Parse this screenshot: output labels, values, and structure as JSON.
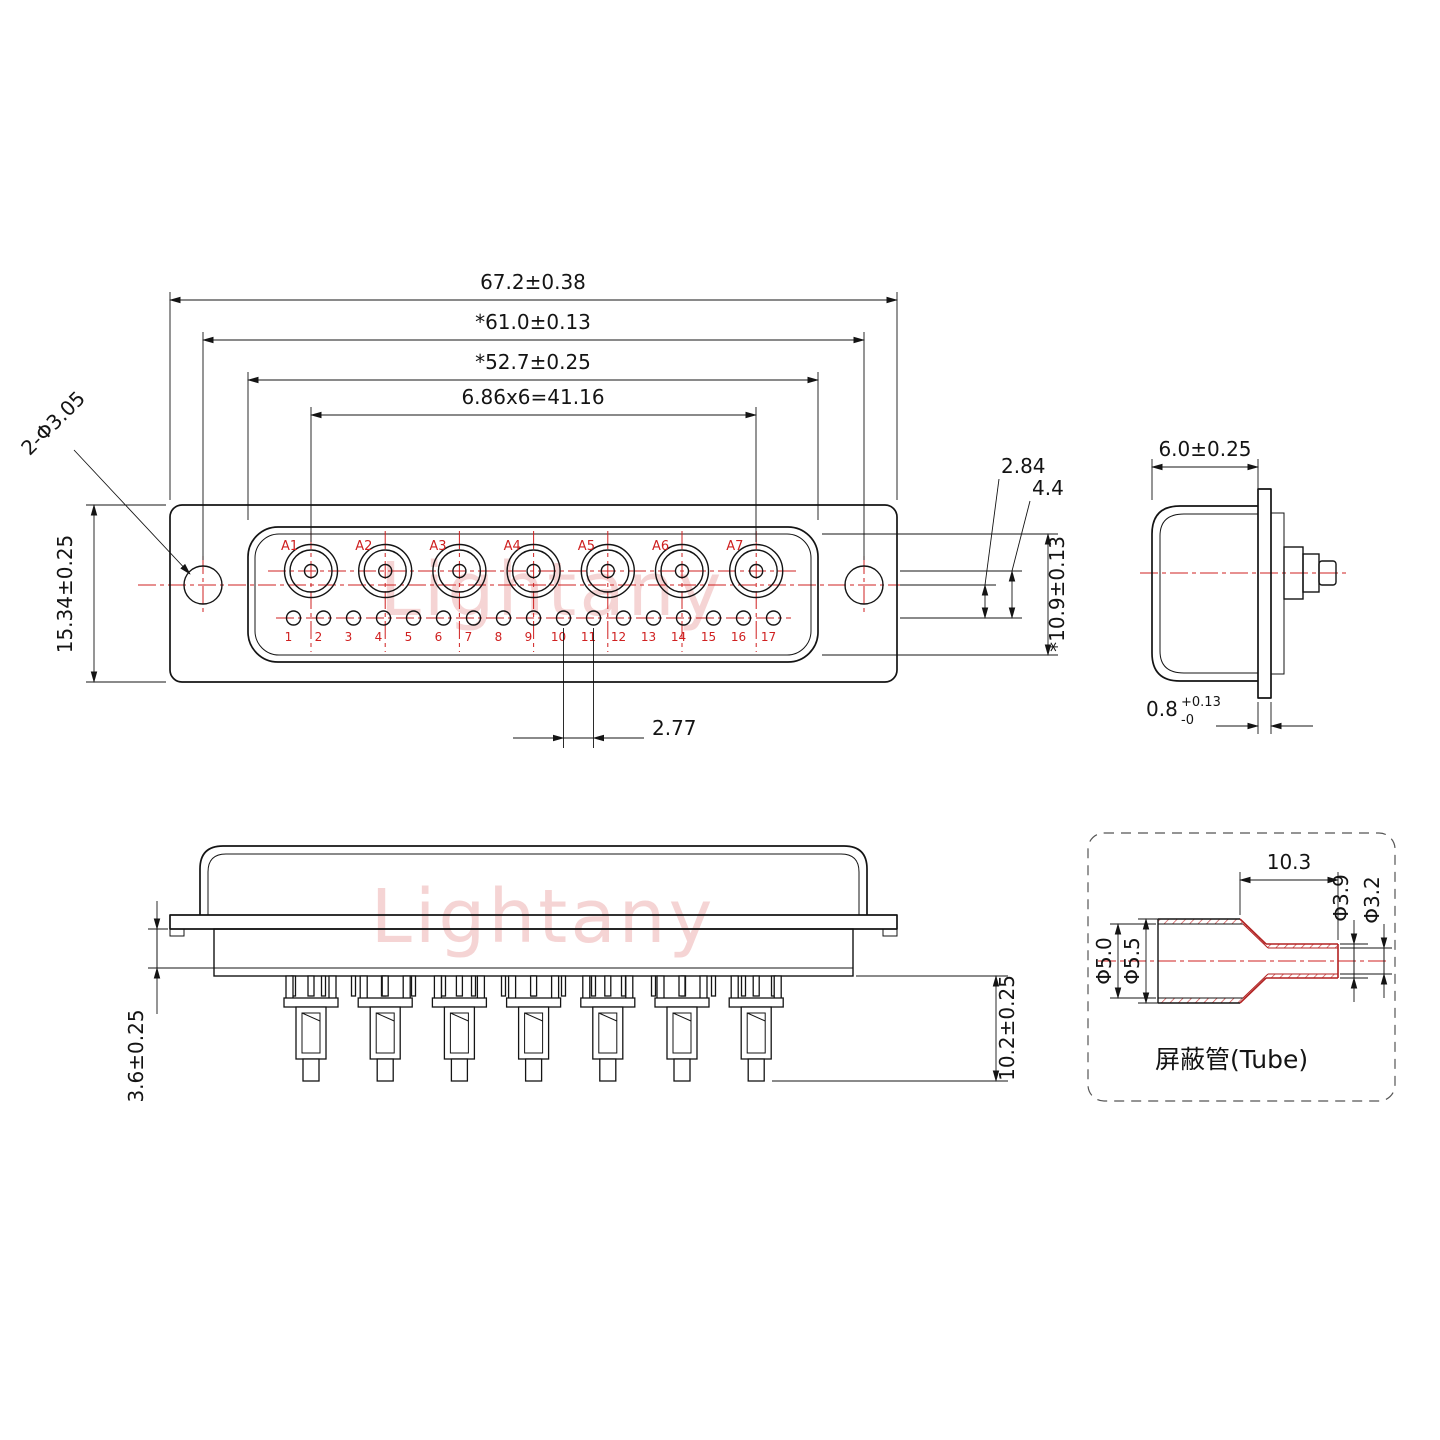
{
  "meta": {
    "line_color": "#141414",
    "centerline_color": "#cf2020",
    "watermark_color": "#f1c3c3"
  },
  "watermarks": {
    "first": "Lightany",
    "second": "Lightany"
  },
  "front_view": {
    "dims": {
      "overall_width": "67.2±0.38",
      "mount_span": "*61.0±0.13",
      "opening_width": "*52.7±0.25",
      "contact_pitch": "6.86x6=41.16",
      "mount_holes": "2-Φ3.05",
      "height": "15.34±0.25",
      "row_offset_small": "2.84",
      "row_offset_large": "4.4",
      "opening_height": "*10.9±0.13",
      "pin_pitch": "2.77"
    },
    "contact_labels": [
      "A1",
      "A2",
      "A3",
      "A4",
      "A5",
      "A6",
      "A7"
    ],
    "pin_labels": [
      "1",
      "2",
      "3",
      "4",
      "5",
      "6",
      "7",
      "8",
      "9",
      "10",
      "11",
      "12",
      "13",
      "14",
      "15",
      "16",
      "17"
    ]
  },
  "side_view": {
    "dims": {
      "depth": "6.0±0.25",
      "flange_thickness": "0.8",
      "flange_tol_plus": "+0.13",
      "flange_tol_minus": "-0"
    }
  },
  "rear_view": {
    "dims": {
      "insulator_offset": "3.6±0.25",
      "terminal_length": "10.2±0.25"
    }
  },
  "tube_view": {
    "dims": {
      "length": "10.3",
      "outer_small": "Φ3.9",
      "inner_small": "Φ3.2",
      "inner_large": "Φ5.0",
      "outer_large": "Φ5.5"
    },
    "label": "屏蔽管(Tube)"
  }
}
